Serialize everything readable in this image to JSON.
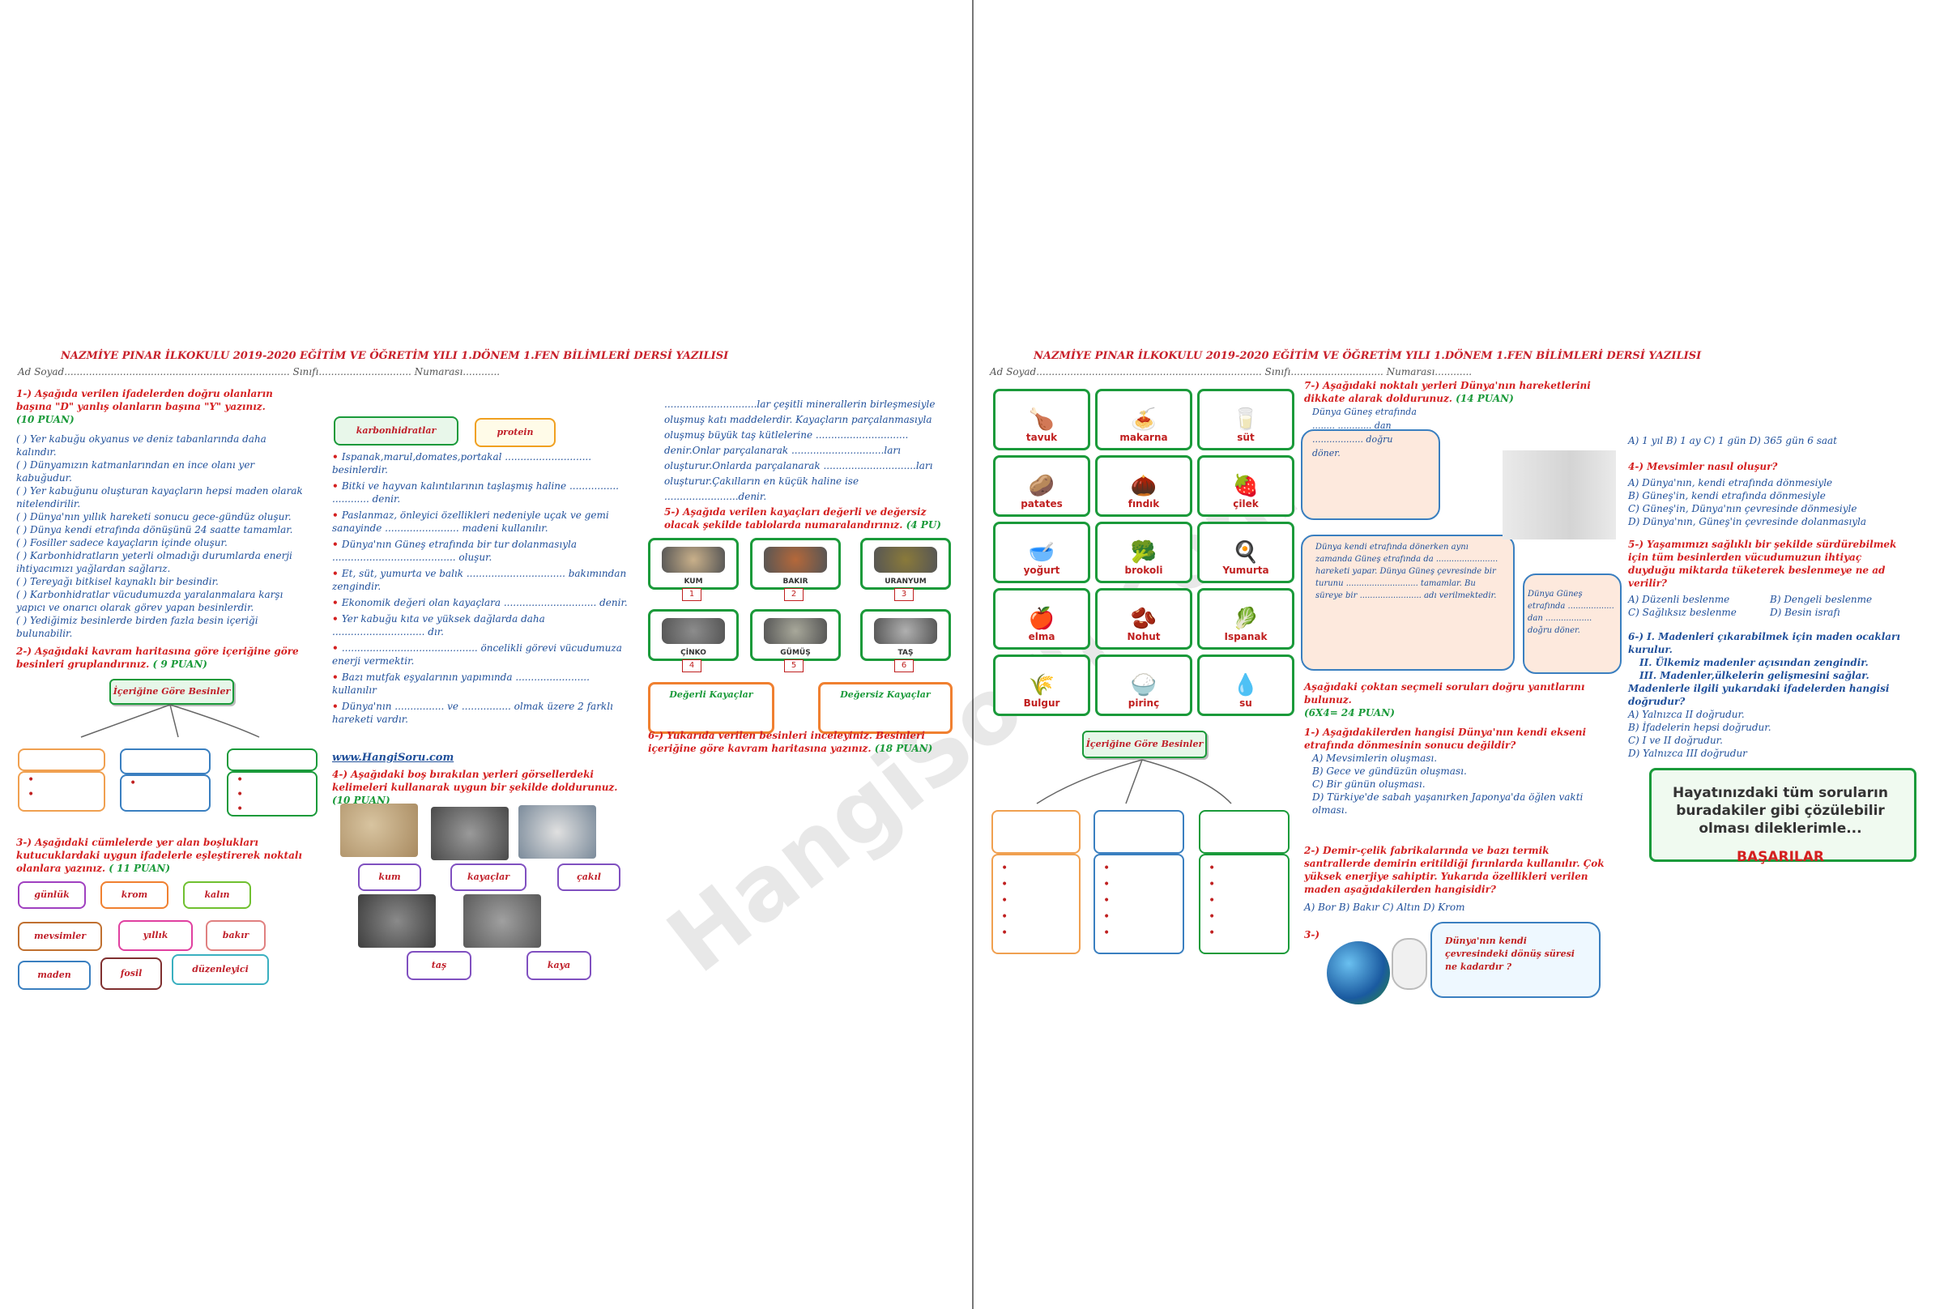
{
  "header": {
    "title_left": "NAZMİYE PINAR İLKOKULU 2019-2020 EĞİTİM VE ÖĞRETİM YILI 1.DÖNEM 1.FEN BİLİMLERİ DERSİ YAZILISI",
    "title_right": "NAZMİYE PINAR İLKOKULU 2019-2020 EĞİTİM VE ÖĞRETİM YILI 1.DÖNEM 1.FEN BİLİMLERİ DERSİ YAZILISI",
    "meta_left": "Ad Soyad.........................................................................   Sınıfı..............................   Numarası............",
    "meta_right": "Ad Soyad.........................................................................   Sınıfı..............................   Numarası............"
  },
  "q1": {
    "title": "1-) Aşağıda verilen ifadelerden doğru olanların başına \"D\" yanlış olanların başına \"Y\" yazınız.",
    "points": "(10 PUAN)",
    "items": [
      "( ) Yer kabuğu okyanus ve deniz tabanlarında daha kalındır.",
      "( ) Dünyamızın katmanlarından en ince olanı yer kabuğudur.",
      "( ) Yer kabuğunu oluşturan kayaçların hepsi maden olarak nitelendirilir.",
      "( ) Dünya'nın yıllık hareketi sonucu gece-gündüz oluşur.",
      "( ) Dünya kendi etrafında dönüşünü 24 saatte tamamlar.",
      "( ) Fosiller sadece kayaçların içinde oluşur.",
      "( ) Karbonhidratların yeterli olmadığı durumlarda enerji ihtiyacımızı yağlardan sağlarız.",
      "( ) Tereyağı bitkisel kaynaklı bir besindir.",
      "( ) Karbonhidratlar vücudumuzda yaralanmalara karşı yapıcı ve onarıcı olarak görev yapan besinlerdir.",
      "( ) Yediğimiz besinlerde birden fazla besin içeriği bulunabilir."
    ]
  },
  "q2": {
    "title": "2-) Aşağıdaki kavram haritasına göre içeriğine göre besinleri gruplandırınız.",
    "points": "( 9 PUAN)",
    "banner": "İçeriğine Göre Besinler"
  },
  "q3": {
    "title": "3-) Aşağıdaki cümlelerde yer alan boşlukları kutucuklardaki uygun ifadelerle eşleştirerek noktalı olanlara yazınız.",
    "points": "( 11 PUAN)",
    "chips": [
      "günlük",
      "krom",
      "kalın",
      "mevsimler",
      "yıllık",
      "bakır",
      "maden",
      "fosil",
      "düzenleyici"
    ]
  },
  "mid": {
    "top_chips": [
      "karbonhidratlar",
      "protein"
    ],
    "items": [
      "Ispanak,marul,domates,portakal ............................ besinlerdir.",
      "Bitki ve hayvan kalıntılarının taşlaşmış haline ................ ............ denir.",
      "Paslanmaz, önleyici özellikleri nedeniyle uçak ve gemi sanayinde ........................ madeni kullanılır.",
      "Dünya'nın Güneş etrafında bir tur dolanmasıyla ........................................ oluşur.",
      "Et, süt, yumurta ve balık ................................ bakımından zengindir.",
      "Ekonomik değeri olan kayaçlara .............................. denir.",
      "Yer kabuğu kıta ve yüksek dağlarda daha .............................. dır.",
      "............................................ öncelikli görevi vücudumuza enerji vermektir.",
      "Bazı mutfak eşyalarının yapımında ........................ kullanılır",
      "Dünya'nın ................ ve ................ olmak üzere 2 farklı hareketi vardır."
    ],
    "site": "www.HangiSoru.com",
    "q4_title": "4-) Aşağıdaki boş bırakılan yerleri görsellerdeki kelimeleri kullanarak uygun bir şekilde doldurunuz.",
    "q4_points": "(10 PUAN)",
    "q4_labels": [
      "kum",
      "kayaçlar",
      "çakıl",
      "taş",
      "kaya"
    ]
  },
  "c3": {
    "fill": [
      "..............................lar çeşitli minerallerin birleşmesiyle oluşmuş katı maddelerdir. Kayaçların parçalanmasıyla oluşmuş büyük taş kütlelerine .............................. denir.Onlar parçalanarak ..............................ları oluşturur.Onlarda parçalanarak ..............................ları oluşturur.Çakılların en küçük haline ise ........................denir."
    ],
    "q5_title": "5-) Aşağıda verilen kayaçları değerli ve değersiz olacak şekilde tablolarda numaralandırınız.",
    "q5_points": "(4 PU)",
    "rocks": [
      {
        "label": "KUM",
        "num": "1",
        "color": "#c9b08a"
      },
      {
        "label": "BAKIR",
        "num": "2",
        "color": "#b5683a"
      },
      {
        "label": "URANYUM",
        "num": "3",
        "color": "#8a7a3a"
      },
      {
        "label": "ÇİNKO",
        "num": "4",
        "color": "#8c8c8c"
      },
      {
        "label": "GÜMÜŞ",
        "num": "5",
        "color": "#a8a89a"
      },
      {
        "label": "TAŞ",
        "num": "6",
        "color": "#b0b0b0"
      }
    ],
    "valuable": "Değerli Kayaçlar",
    "worthless": "Değersiz Kayaçlar",
    "q6": "6-) Yukarıda verilen besinleri inceleyiniz. Besinleri içeriğine göre kavram haritasına yazınız.",
    "q6_points": "(18 PUAN)"
  },
  "foods": [
    "tavuk",
    "makarna",
    "süt",
    "patates",
    "fındık",
    "çilek",
    "yoğurt",
    "brokoli",
    "Yumurta",
    "elma",
    "Nohut",
    "Ispanak",
    "Bulgur",
    "pirinç",
    "su"
  ],
  "food_icons": [
    "🍗",
    "🍝",
    "🥛",
    "🥔",
    "🌰",
    "🍓",
    "🥣",
    "🥦",
    "🍳",
    "🍎",
    "🫘",
    "🥬",
    "🌾",
    "🍚",
    "💧"
  ],
  "banner2": "İçeriğine Göre Besinler",
  "q7": {
    "title": "7-) Aşağıdaki noktalı yerleri Dünya'nın hareketlerini dikkate alarak doldurunuz.",
    "points": "(14 PUAN)",
    "bubble1": "Dünya Güneş etrafında ........ ............ dan .................. doğru döner.",
    "bubble2": "Dünya kendi etrafında dönerken aynı zamanda Güneş etrafında da ........................ hareketi yapar. Dünya Güneş çevresinde bir turunu ............................ tamamlar. Bu süreye bir ........................ adı verilmektedir.",
    "bubble3": "Dünya Güneş etrafında .................. dan .................. doğru döner."
  },
  "mc": {
    "title": "Aşağıdaki çoktan seçmeli soruları doğru yanıtlarını bulunuz.",
    "points": "(6X4= 24 PUAN)",
    "q1": "1-) Aşağıdakilerden hangisi Dünya'nın kendi ekseni etrafında dönmesinin sonucu değildir?",
    "q1_opts": [
      "A) Mevsimlerin oluşması.",
      "B) Gece ve gündüzün oluşması.",
      "C) Bir günün oluşması.",
      "D) Türkiye'de sabah yaşanırken Japonya'da öğlen vakti olması."
    ],
    "q2": "2-) Demir-çelik fabrikalarında ve bazı termik santrallerde demirin eritildiği fırınlarda kullanılır. Çok yüksek enerjiye sahiptir. Yukarıda özellikleri verilen maden aşağıdakilerden hangisidir?",
    "q2_opts": "A) Bor    B) Bakır    C) Altın    D) Krom",
    "q3": "3-)",
    "q3_bubble": "Dünya'nın kendi çevresindeki dönüş süresi ne kadardır ?"
  },
  "right": {
    "q3_opts": "A) 1 yıl    B) 1 ay    C) 1 gün    D) 365 gün 6 saat",
    "q4": "4-) Mevsimler nasıl oluşur?",
    "q4_opts": [
      "A) Dünya'nın, kendi etrafında dönmesiyle",
      "B) Güneş'in, kendi etrafında dönmesiyle",
      "C) Güneş'in, Dünya'nın çevresinde dönmesiyle",
      "D) Dünya'nın, Güneş'in çevresinde dolanmasıyla"
    ],
    "q5": "5-) Yaşamımızı sağlıklı bir şekilde sürdürebilmek için tüm besinlerden vücudumuzun ihtiyaç duyduğu miktarda tüketerek beslenmeye ne ad verilir?",
    "q5_opts": [
      "A) Düzenli beslenme",
      "B) Dengeli beslenme",
      "C) Sağlıksız beslenme",
      "D) Besin israfı"
    ],
    "q6": "6-) I. Madenleri çıkarabilmek için maden ocakları kurulur.",
    "q6_l2": "II. Ülkemiz madenler açısından zengindir.",
    "q6_l3": "III. Madenler,ülkelerin gelişmesini sağlar.",
    "q6_l4": "Madenlerle ilgili yukarıdaki ifadelerden hangisi doğrudur?",
    "q6_opts": [
      "A) Yalnızca II doğrudur.",
      "B) İfadelerin hepsi doğrudur.",
      "C) I ve II doğrudur.",
      "D) Yalnızca III doğrudur"
    ],
    "wish": "Hayatınızdaki tüm soruların buradakiler gibi çözülebilir olması dileklerimle...",
    "success": "BAŞARILAR"
  },
  "watermark": "HangiSoru.com"
}
